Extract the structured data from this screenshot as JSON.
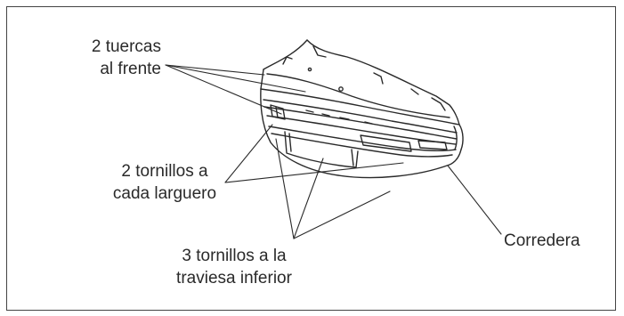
{
  "labels": {
    "front_nuts": {
      "line1": "2 tuercas",
      "line2": "al frente"
    },
    "side_member_bolts": {
      "line1": "2 tornillos a",
      "line2": "cada larguero"
    },
    "lower_crossmember_bolts": {
      "line1": "3 tornillos a la",
      "line2": "traviesa inferior"
    },
    "slide": "Corredera"
  },
  "colors": {
    "ink": "#2a2a2a",
    "border": "#444444",
    "background": "#ffffff"
  }
}
